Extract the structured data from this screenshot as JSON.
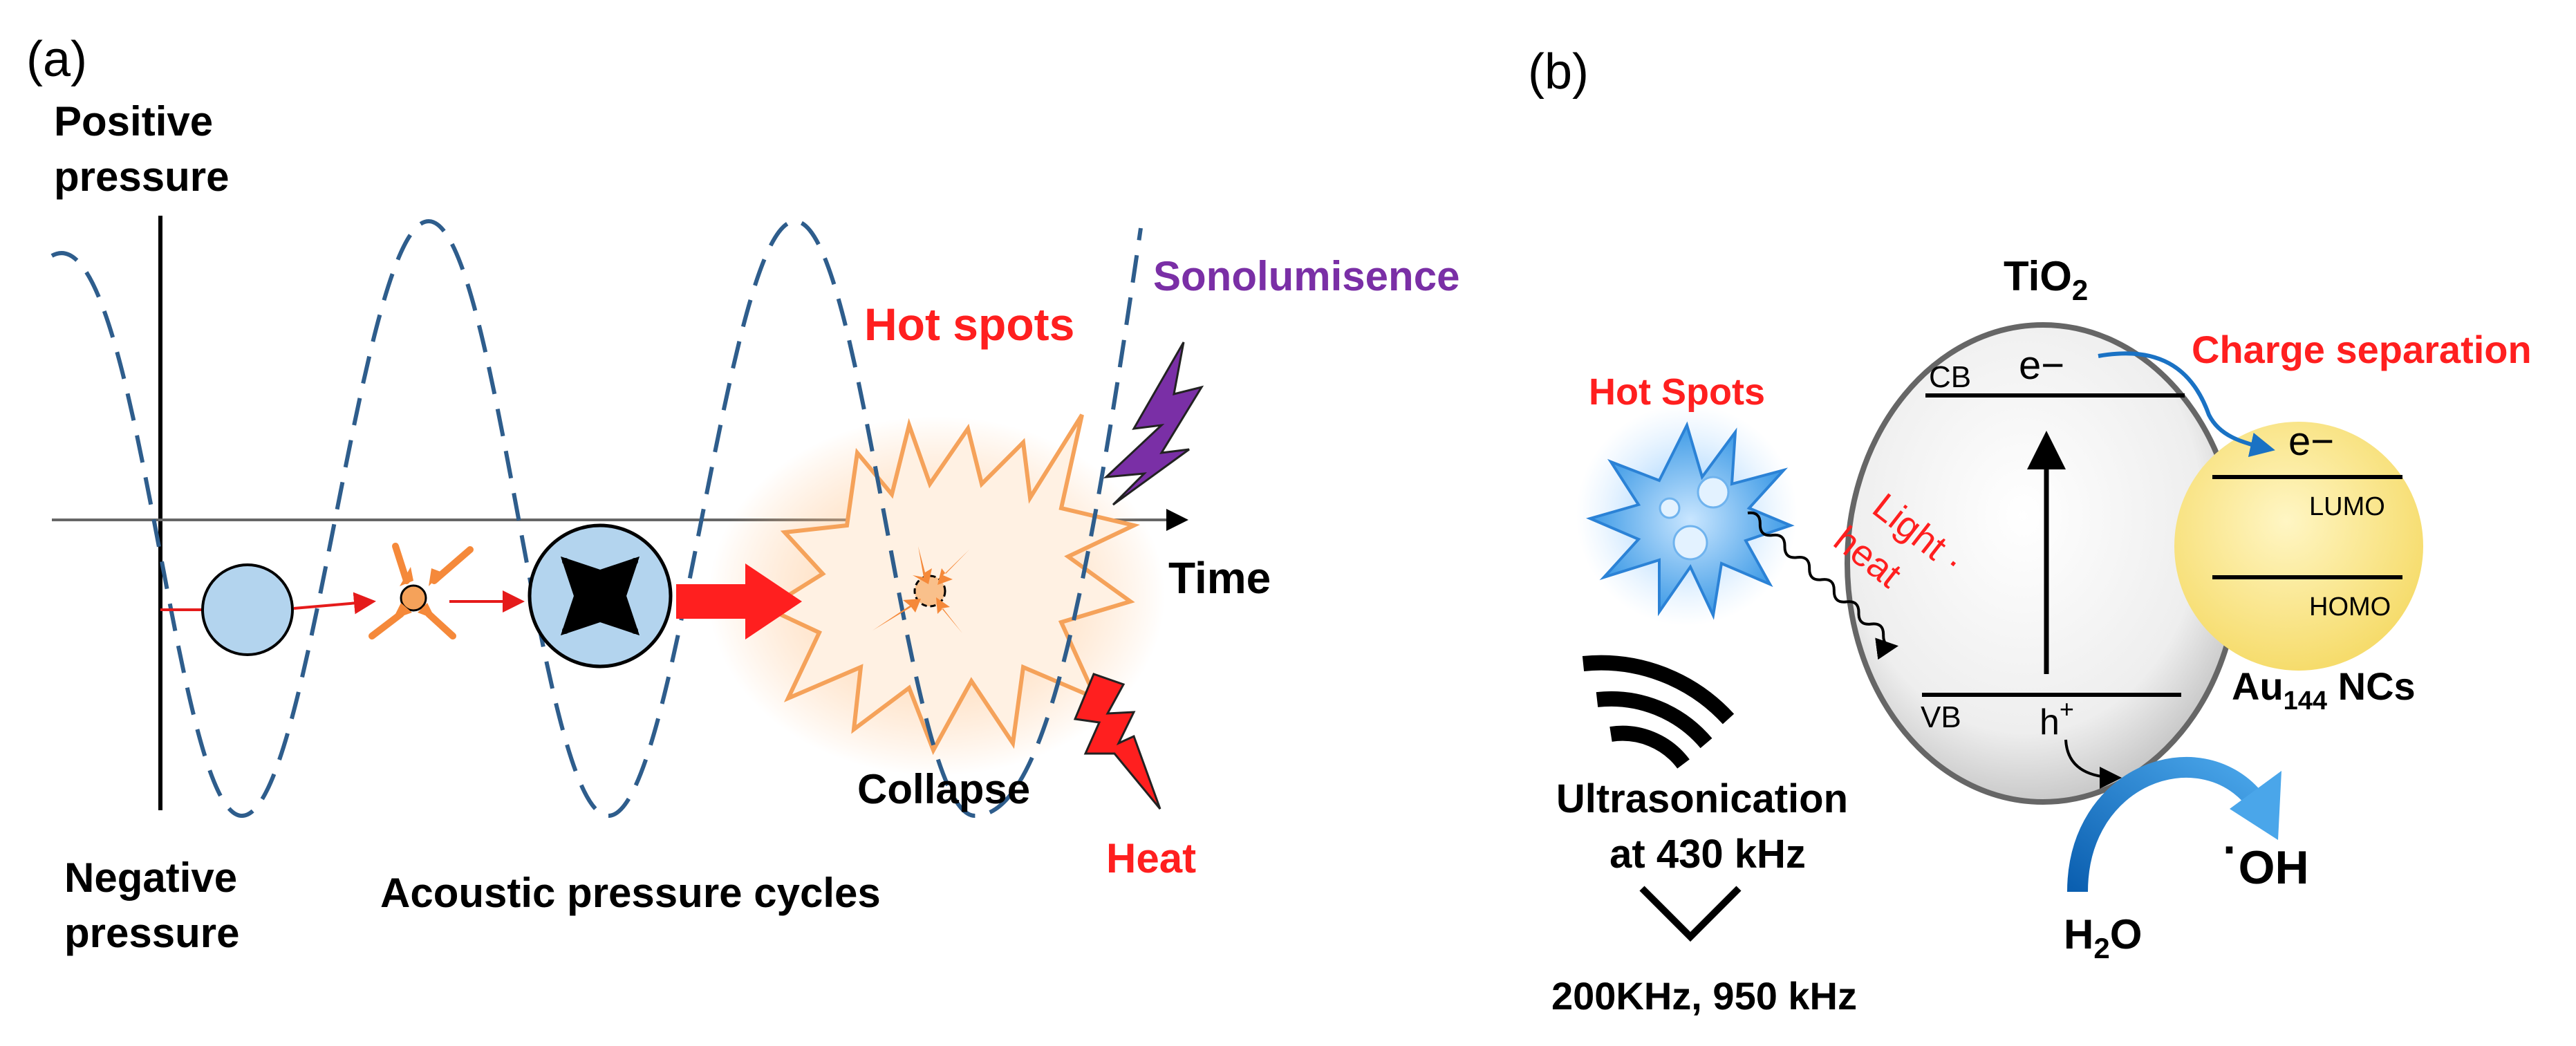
{
  "panel_a": {
    "label": "(a)",
    "positive_pressure": [
      "Positive",
      "pressure"
    ],
    "negative_pressure": [
      "Negative",
      "pressure"
    ],
    "time_label": "Time",
    "cycles_label": "Acoustic pressure cycles",
    "hot_spots": "Hot spots",
    "sonolum": "Sonolumisence",
    "collapse": "Collapse",
    "heat": "Heat"
  },
  "panel_b": {
    "label": "(b)",
    "tio2_main": "TiO",
    "tio2_sub": "2",
    "hot_spots": "Hot Spots",
    "cb": "CB",
    "vb": "VB",
    "e_minus": "e−",
    "h_main": "h",
    "h_sup": "+",
    "light_heat": [
      "Light ·",
      "heat"
    ],
    "charge_sep": "Charge separation",
    "lumo": "LUMO",
    "homo": "HOMO",
    "au_main": "Au",
    "au_sub": "144",
    "au_tail": " NCs",
    "ultra": [
      "Ultrasonication",
      "at 430 kHz"
    ],
    "freqs": "200KHz, 950 kHz",
    "oh_dot": "·",
    "oh": "OH",
    "h2o_h": "H",
    "h2o_sub": "2",
    "h2o_o": "O"
  },
  "colors": {
    "wave": "#2e5d8c",
    "bubble": "#b3d4ee",
    "arrow_orange": "#f5893a",
    "red": "#ff1f1f",
    "purple": "#7a2fa6",
    "blue_arrow": "#1a72c4",
    "au_yellow": "#fbe98f"
  }
}
